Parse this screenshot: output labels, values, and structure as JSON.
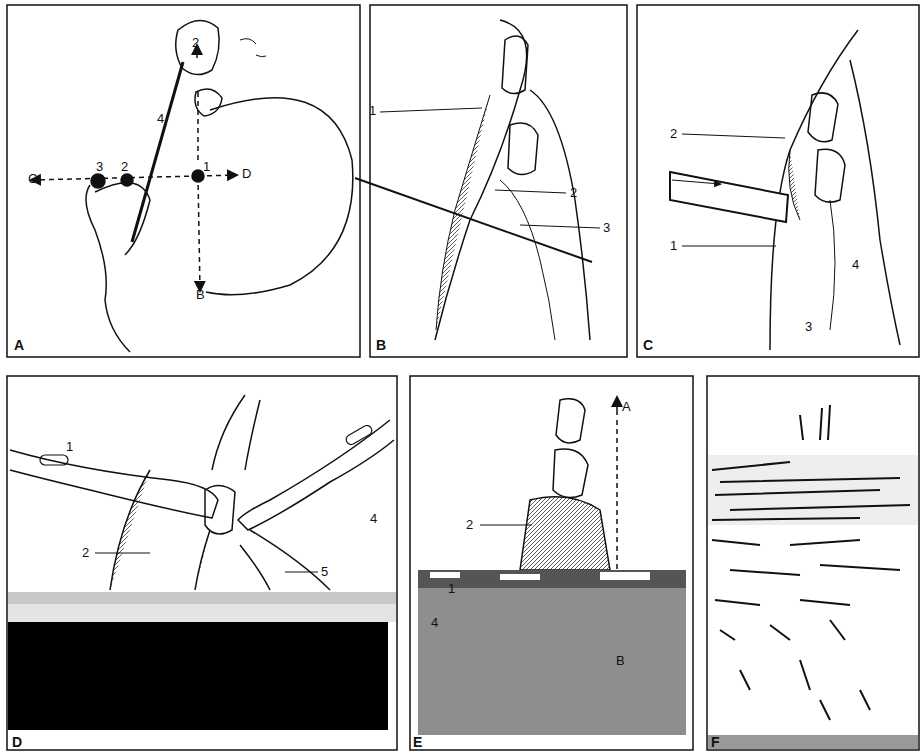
{
  "diagram": {
    "labels": [
      "2",
      "C",
      "3",
      "2",
      "1",
      "D",
      "4",
      "B",
      "A",
      "1",
      "2",
      "3",
      "B",
      "2",
      "1",
      "3",
      "4",
      "C",
      "1",
      "4",
      "2",
      "5",
      "D",
      "A",
      "2",
      "1",
      "4",
      "B",
      "E",
      "F"
    ]
  }
}
